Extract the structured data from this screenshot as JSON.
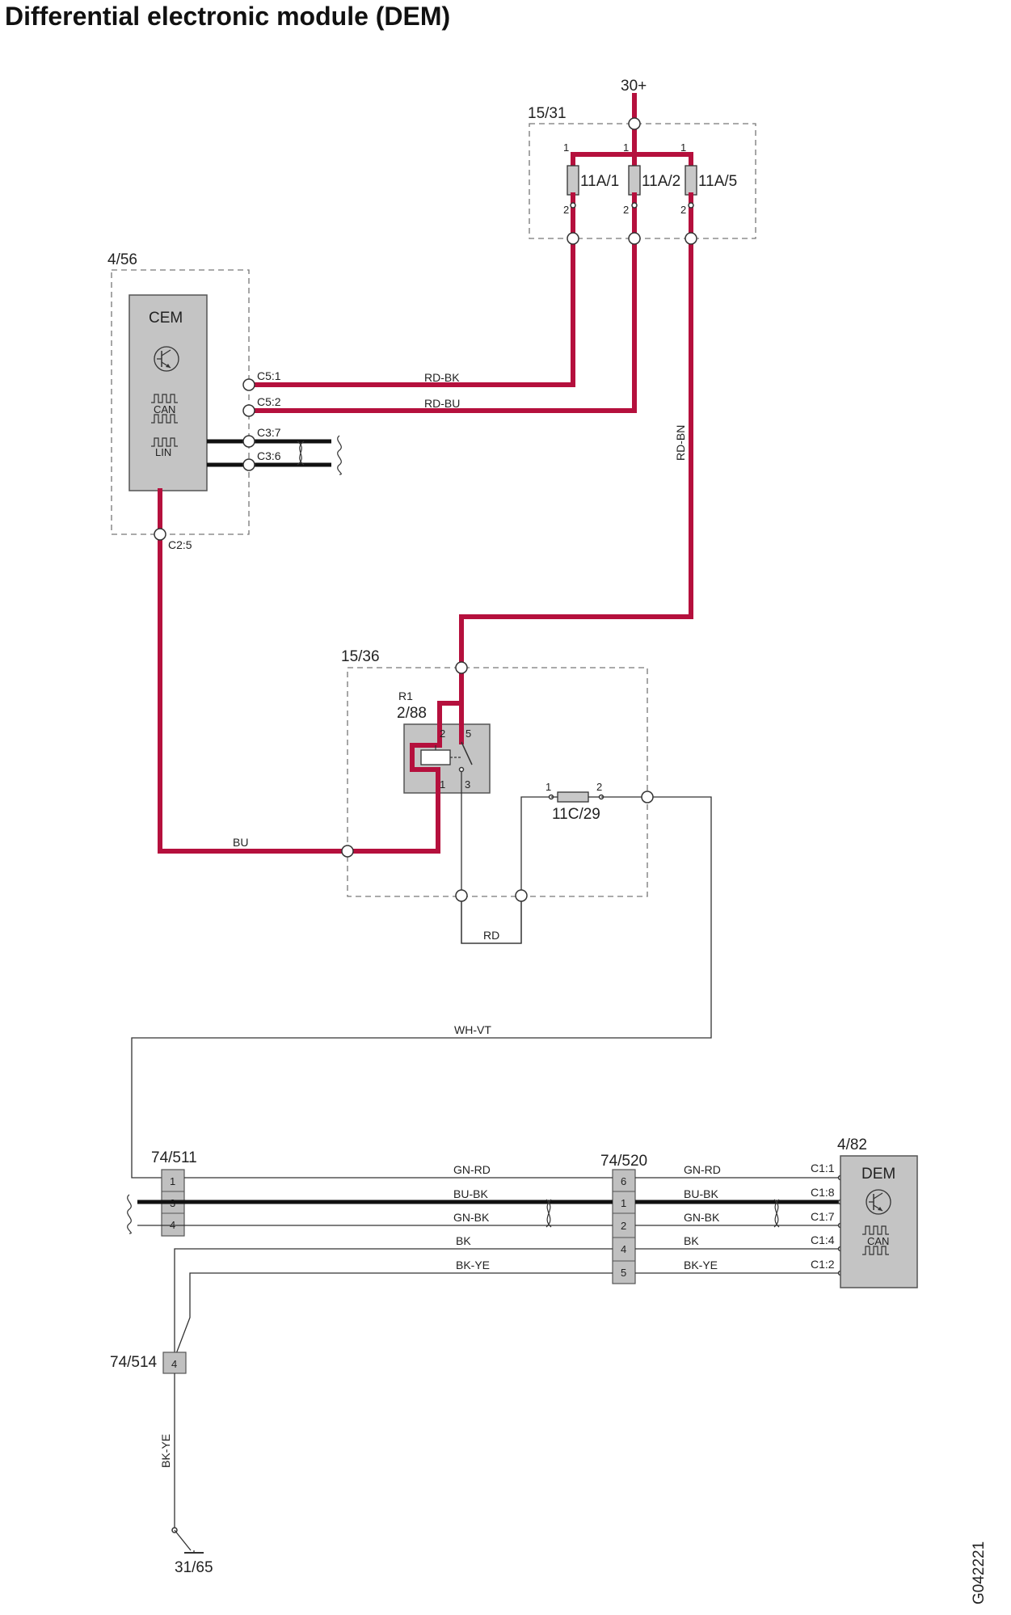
{
  "title": "Differential electronic module (DEM)",
  "figure_code": "G042221",
  "supply": "30+",
  "ground": "31/65",
  "fuse_box": {
    "id": "15/31",
    "fuses": [
      "11A/1",
      "11A/2",
      "11A/5"
    ],
    "pin_top": "1",
    "pin_bottom": "2"
  },
  "cem": {
    "box_id": "4/56",
    "label": "CEM",
    "can_label": "CAN",
    "lin_label": "LIN",
    "pins": [
      "C5:1",
      "C5:2",
      "C3:7",
      "C3:6",
      "C2:5"
    ]
  },
  "relay_box": {
    "id": "15/36",
    "relay_name": "R1",
    "relay_id": "2/88",
    "relay_pins": [
      "2",
      "5",
      "1",
      "3"
    ],
    "fuse_id": "11C/29",
    "fuse_pins": [
      "1",
      "2"
    ]
  },
  "wires": {
    "rd_bk": "RD-BK",
    "rd_bu": "RD-BU",
    "rd_bn": "RD-BN",
    "bu": "BU",
    "rd": "RD",
    "wh_vt": "WH-VT",
    "gn_rd": "GN-RD",
    "bu_bk": "BU-BK",
    "gn_bk": "GN-BK",
    "bk": "BK",
    "bk_ye": "BK-YE"
  },
  "connectors": {
    "c511": {
      "id": "74/511",
      "pins": [
        "1",
        "3",
        "4"
      ]
    },
    "c520": {
      "id": "74/520",
      "pins": [
        "6",
        "1",
        "2",
        "4",
        "5"
      ]
    },
    "c514": {
      "id": "74/514",
      "pins": [
        "4"
      ]
    }
  },
  "dem": {
    "box_id": "4/82",
    "label": "DEM",
    "can_label": "CAN",
    "pins": [
      "C1:1",
      "C1:8",
      "C1:7",
      "C1:4",
      "C1:2"
    ]
  }
}
